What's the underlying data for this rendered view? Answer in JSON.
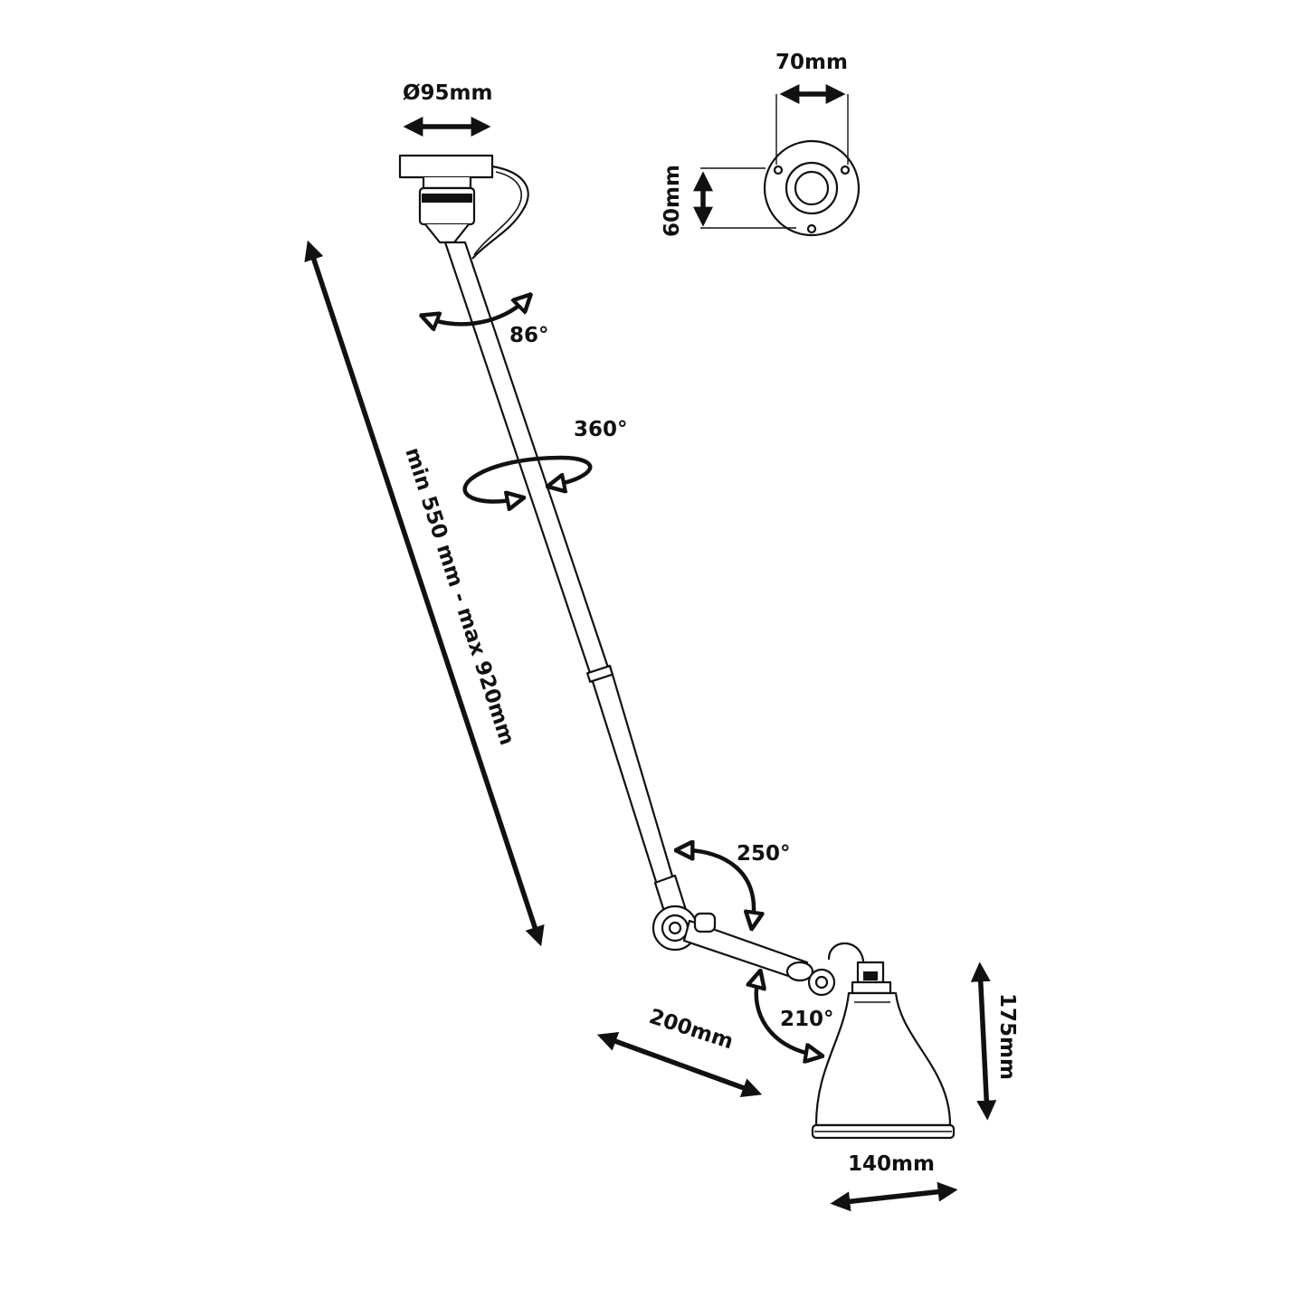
{
  "diagram": {
    "title": "",
    "dimensions": {
      "base_diameter": "Ø95mm",
      "plate_width": "70mm",
      "plate_height": "60mm",
      "arm_length": "min 550 mm - max 920mm",
      "lower_arm": "200mm",
      "shade_height": "175mm",
      "shade_width": "140mm"
    },
    "rotations": {
      "top_joint": "86°",
      "arm_swivel": "360°",
      "elbow_joint": "250°",
      "shade_joint": "210°"
    },
    "colors": {
      "ink": "#111111",
      "background": "#ffffff"
    }
  }
}
